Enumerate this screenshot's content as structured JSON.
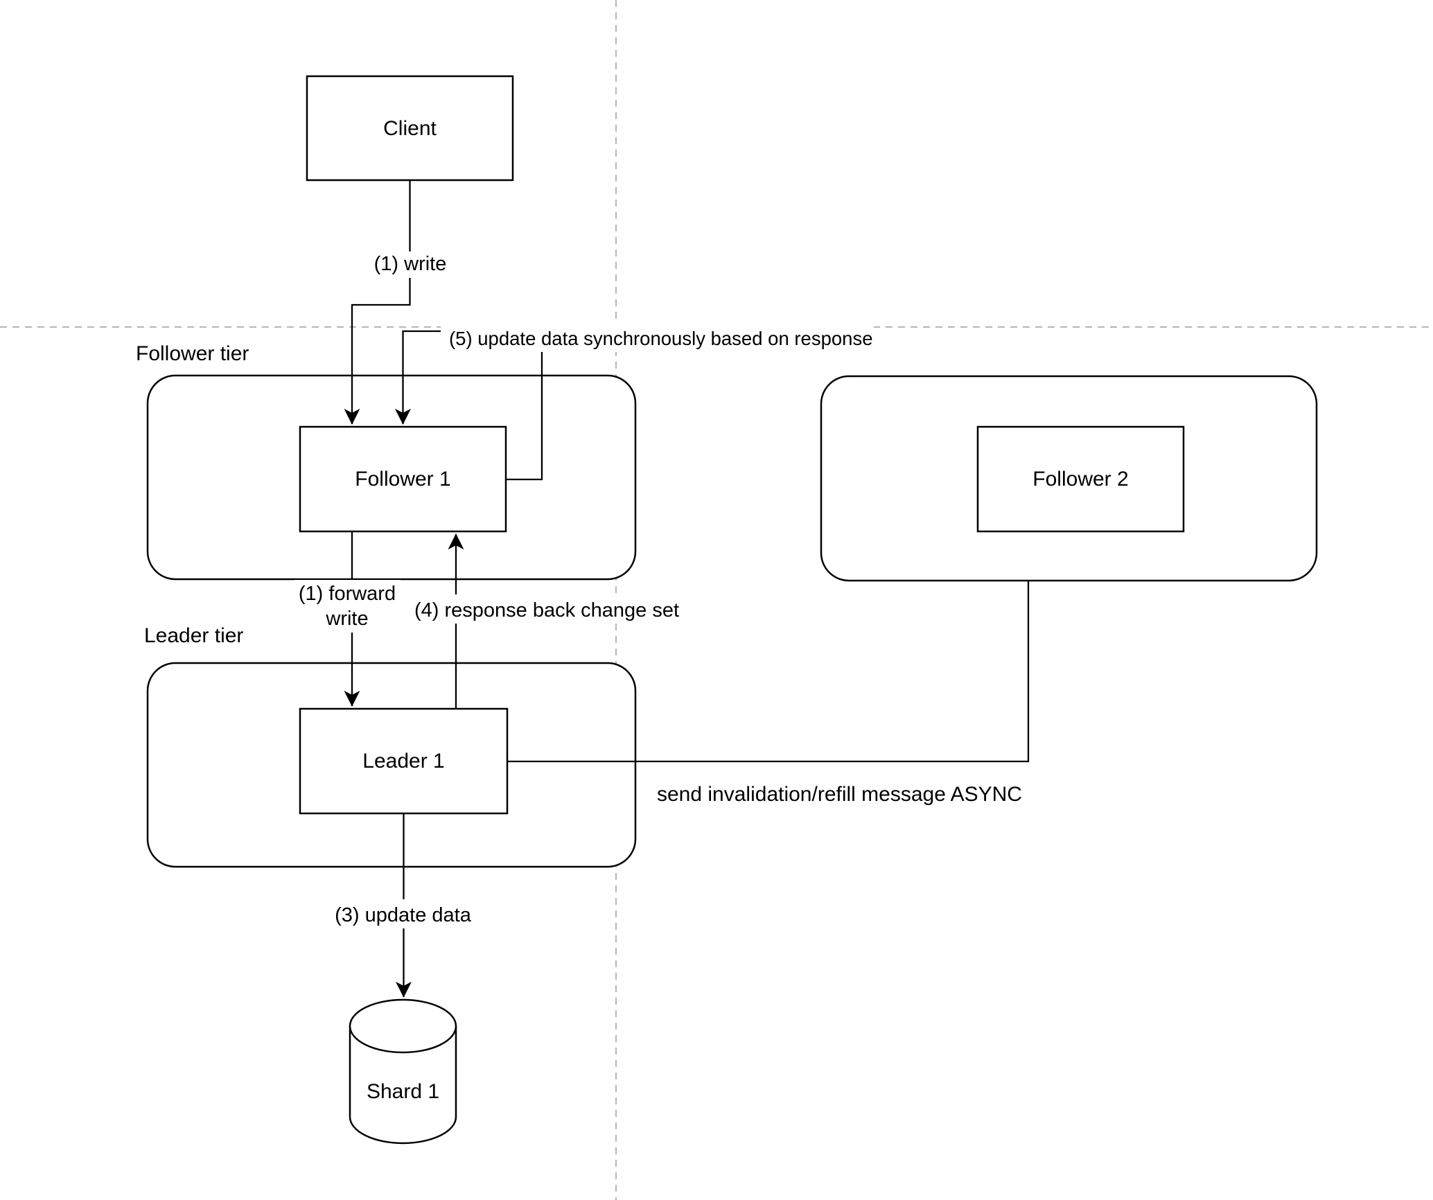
{
  "diagram": {
    "nodes": {
      "client": {
        "label": "Client"
      },
      "follower1": {
        "label": "Follower 1"
      },
      "follower2": {
        "label": "Follower 2"
      },
      "leader1": {
        "label": "Leader 1"
      },
      "shard1": {
        "label": "Shard 1"
      }
    },
    "tiers": {
      "follower_tier": {
        "label": "Follower tier"
      },
      "leader_tier": {
        "label": "Leader tier"
      }
    },
    "edges": {
      "write": {
        "label": "(1) write"
      },
      "forward_write": {
        "label_line1": "(1) forward",
        "label_line2": "write"
      },
      "update_data": {
        "label": "(3) update data"
      },
      "response_back": {
        "label": "(4) response back change set"
      },
      "update_sync": {
        "label": "(5) update data synchronously based on response"
      },
      "invalidation": {
        "label": "send invalidation/refill message ASYNC"
      }
    },
    "colors": {
      "stroke": "#000000",
      "shape_fill": "#ffffff",
      "page_guide": "#b5b5b5"
    }
  }
}
